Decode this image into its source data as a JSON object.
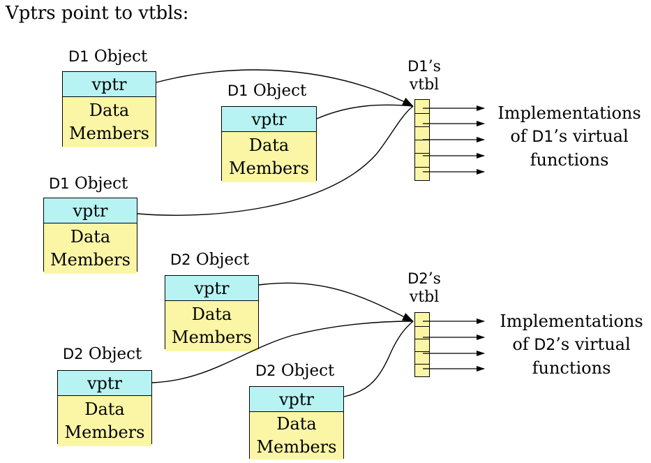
{
  "title": "Vptrs point to vtbls:",
  "object_word": "Object",
  "vptr_label": "vptr",
  "data_line1": "Data",
  "data_line2": "Members",
  "vtbl_word": "vtbl",
  "possessive_suffix": "’s",
  "d1": {
    "class": "D1",
    "impl_line1": "Implementations",
    "impl_line2_pre": "of ",
    "impl_line2_post": "’s virtual",
    "impl_line3": "functions"
  },
  "d2": {
    "class": "D2",
    "impl_line1": "Implementations",
    "impl_line2_pre": "of ",
    "impl_line2_post": "’s virtual",
    "impl_line3": "functions"
  }
}
